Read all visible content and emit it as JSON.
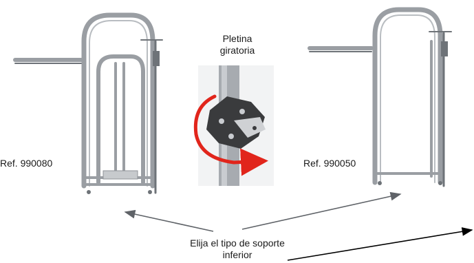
{
  "labels": {
    "ref_left": "Ref. 990080",
    "ref_right": "Ref. 990050",
    "pletina_line1": "Pletina",
    "pletina_line2": "giratoria",
    "caption_line1": "Elija el tipo de soporte",
    "caption_line2": "inferior"
  },
  "colors": {
    "metal": "#9a9ea3",
    "metal_dark": "#6e7378",
    "arrow_grey": "#5f6368",
    "arrow_black": "#000000",
    "rotation_red": "#e1251b",
    "bracket": "#3a3b3d"
  }
}
